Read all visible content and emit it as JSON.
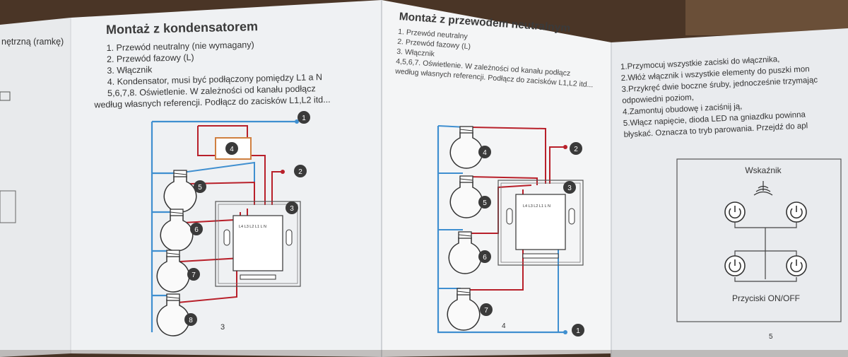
{
  "colors": {
    "wire_blue": "#3f8fd0",
    "wire_red": "#b8202a",
    "badge": "#3a3a3a",
    "paper": "#eef0f2"
  },
  "page_left_edge": {
    "text": "nętrzną (ramkę)"
  },
  "page3": {
    "title": "Montaż z kondensatorem",
    "lines": [
      "1. Przewód neutralny (nie wymagany)",
      "2. Przewód fazowy (L)",
      "3. Włącznik",
      "4. Kondensator, musi być podłączony pomiędzy L1 a N",
      "5,6,7,8. Oświetlenie. W zależności od kanału podłącz",
      "według własnych referencji. Podłącz do zacisków L1,L2 itd..."
    ],
    "badges": [
      "1",
      "2",
      "3",
      "4",
      "5",
      "6",
      "7",
      "8"
    ],
    "terminals": "L4 L3 L2 L1 L N",
    "page_number": "3"
  },
  "page4": {
    "title": "Montaż z przewodem neutralnym",
    "lines": [
      "1. Przewód neutralny",
      "2. Przewód fazowy (L)",
      "3. Włącznik",
      "4,5,6,7. Oświetlenie. W zależności od kanału podłącz",
      "według własnych referencji. Podłącz do zacisków L1,L2 itd..."
    ],
    "badges": [
      "1",
      "2",
      "3",
      "4",
      "5",
      "6",
      "7"
    ],
    "terminals": "L4 L3 L2 L1 L N",
    "page_number": "4"
  },
  "page5": {
    "lines": [
      "1.Przymocuj wszystkie zaciski do włącznika,",
      "2.Włóż włącznik i wszystkie elementy do puszki mon",
      "3.Przykręć dwie boczne śruby, jednocześnie trzymając",
      "odpowiedni poziom,",
      "4.Zamontuj obudowę i zaciśnij ją,",
      "5.Włącz napięcie, dioda LED na gniazdku powinna",
      "błyskać. Oznacza to tryb parowania. Przejdź do apl"
    ],
    "indicator_label": "Wskaźnik",
    "buttons_label": "Przyciski ON/OFF",
    "page_number": "5"
  }
}
